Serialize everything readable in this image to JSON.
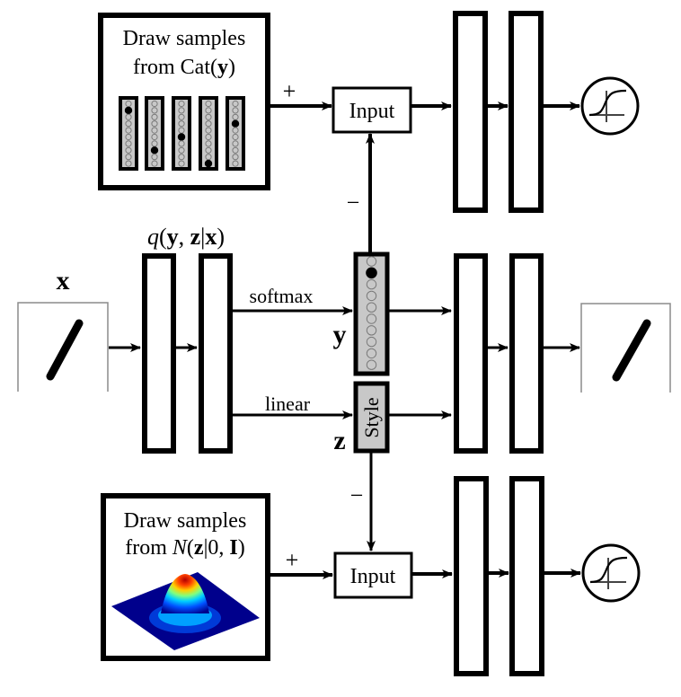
{
  "diagram": {
    "title": "Semi-supervised VAE with categorical y and style z",
    "input_label": "x",
    "encoder_label": "q(y, z|x)",
    "encoder_label_parts": {
      "q": "q",
      "open": "(",
      "y": "y",
      "comma": ", ",
      "z": "z",
      "bar": "|",
      "x": "x",
      "close": ")"
    },
    "softmax_label": "softmax",
    "linear_label": "linear",
    "y_label": "y",
    "z_label": "z",
    "style_label": "Style",
    "y_latent": {
      "units": 10,
      "active_index": 1
    },
    "top_sampler": {
      "line1": "Draw samples",
      "line2_prefix": "from Cat(",
      "line2_var": "y",
      "line2_suffix": ")",
      "samples": [
        {
          "units": 10,
          "active_index": 1
        },
        {
          "units": 10,
          "active_index": 7
        },
        {
          "units": 10,
          "active_index": 5
        },
        {
          "units": 10,
          "active_index": 9
        },
        {
          "units": 10,
          "active_index": 3
        }
      ]
    },
    "bottom_sampler": {
      "line1": "Draw samples",
      "line2_prefix": "from ",
      "line2_dist": "N",
      "line2_open": "(",
      "line2_var": "z",
      "line2_rest": "|0, ",
      "line2_I": "I",
      "line2_close": ")"
    },
    "top_input_label": "Input",
    "bottom_input_label": "Input",
    "plus_sign": "+",
    "minus_sign": "−",
    "output_activation": "sigmoid",
    "colors": {
      "stroke": "#000000",
      "latent_fill": "#c8c8c8",
      "unit_stroke": "#7a7a7a",
      "image_border": "#8c8c8c"
    }
  }
}
